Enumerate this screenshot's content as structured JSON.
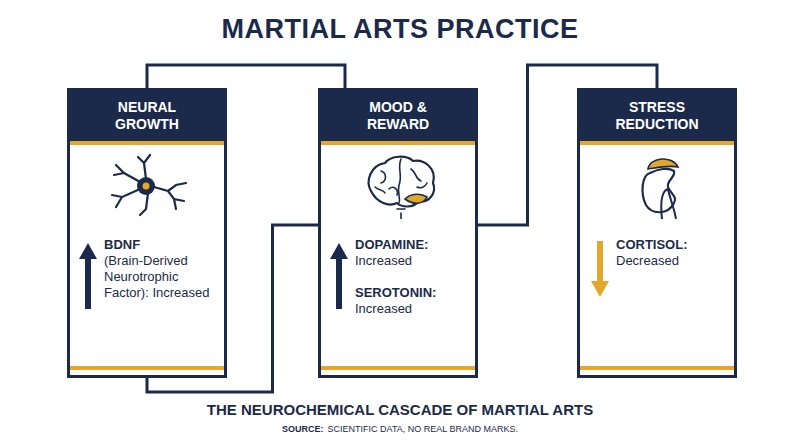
{
  "diagram": {
    "title": "MARTIAL ARTS PRACTICE",
    "caption": "THE NEUROCHEMICAL CASCADE OF MARTIAL ARTS",
    "nodes": [
      {
        "text": [
          "NEURAL GROWTH",
          "BDNF",
          "(Brain-Derived Neurotrophic Factor): Increased"
        ]
      },
      {
        "text": [
          "MOOD & REWARD",
          "DOPAMINE:",
          "Increased",
          "SEROTONIN:",
          "Increased"
        ]
      },
      {
        "text": [
          "STRESS REDUCTION",
          "CORTISOL:",
          "Decreased"
        ]
      }
    ],
    "edges": [
      {
        "from": 0,
        "to": 1,
        "arrow": "none"
      },
      {
        "from": 1,
        "to": 2,
        "arrow": "none"
      },
      {
        "from": 1,
        "to": 0,
        "arrow": "none"
      }
    ],
    "labels": [
      "SOURCE:",
      "SCIENTIFIC DATA, NO REAL BRAND MARKS."
    ]
  }
}
